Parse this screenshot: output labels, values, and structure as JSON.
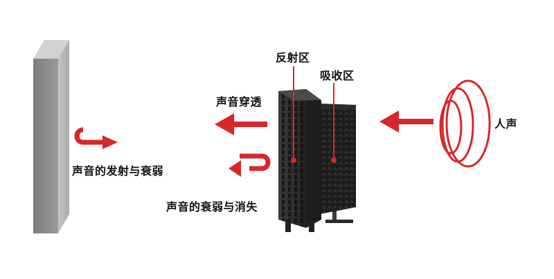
{
  "labels": {
    "reflection_zone": "反射区",
    "absorption_zone": "吸收区",
    "sound_penetration": "声音穿透",
    "human_voice": "人声",
    "wall_reflection": "声音的发射与衰弱",
    "attenuation": "声音的衰弱与消失"
  },
  "colors": {
    "arrow_red": "#d9262b",
    "wall_front": "#8a8a8a",
    "wall_side": "#bdbdbd",
    "panel_dark": "#2b2b2b",
    "foam": "#1a1a1a"
  },
  "icons": [
    "wall-icon",
    "reflection-u-arrow-icon",
    "left-arrow-icon",
    "sound-wave-icon",
    "acoustic-panel-icon",
    "pointer-dot-icon"
  ]
}
